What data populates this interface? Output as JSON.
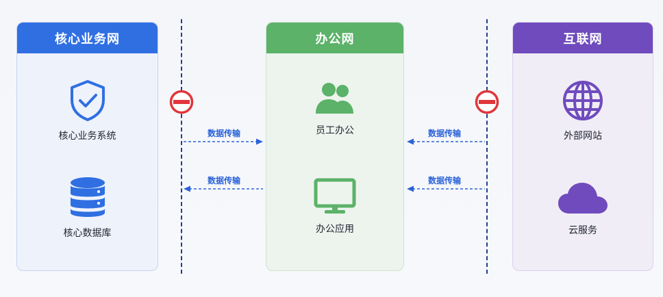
{
  "zones": {
    "core": {
      "title": "核心业务网",
      "items": [
        {
          "label": "核心业务系统",
          "icon": "shield-check-icon"
        },
        {
          "label": "核心数据库",
          "icon": "database-icon"
        }
      ]
    },
    "office": {
      "title": "办公网",
      "items": [
        {
          "label": "员工办公",
          "icon": "users-icon"
        },
        {
          "label": "办公应用",
          "icon": "monitor-icon"
        }
      ]
    },
    "internet": {
      "title": "互联网",
      "items": [
        {
          "label": "外部网站",
          "icon": "globe-icon"
        },
        {
          "label": "云服务",
          "icon": "cloud-icon"
        }
      ]
    }
  },
  "flows": {
    "left_top": "数据传输",
    "left_bottom": "数据传输",
    "right_top": "数据传输",
    "right_bottom": "数据传输"
  },
  "colors": {
    "core_blue": "#2f6fe2",
    "office_green": "#5bb268",
    "internet_purple": "#6f4bbd",
    "block_red": "#e0363b",
    "flow_blue": "#2a62d8"
  }
}
